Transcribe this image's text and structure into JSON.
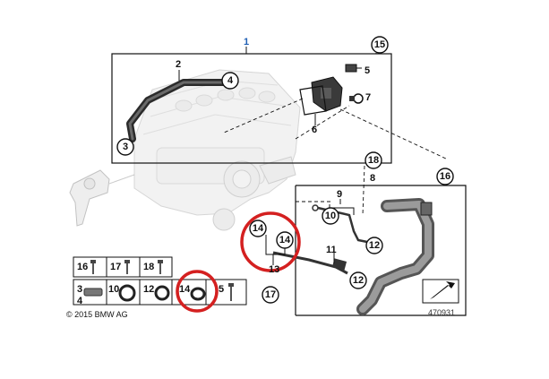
{
  "diagram": {
    "top_label": "1",
    "copyright": "© 2015 BMW AG",
    "reference_number": "470931",
    "callouts": {
      "c15": "15",
      "c4": "4",
      "c3": "3",
      "c18": "18",
      "c16": "16",
      "c10": "10",
      "c12a": "12",
      "c12b": "12",
      "c14a": "14",
      "c14b": "14",
      "c17": "17"
    },
    "labels": {
      "l2": "2",
      "l5": "5",
      "l6": "6",
      "l7": "7",
      "l8": "8",
      "l9": "9",
      "l11": "11",
      "l13": "13"
    },
    "parts_table": {
      "row1": [
        "16",
        "17",
        "18"
      ],
      "row2": [
        "3",
        "4",
        "10",
        "12",
        "14",
        "5"
      ]
    },
    "highlight_color": "#d42020"
  }
}
